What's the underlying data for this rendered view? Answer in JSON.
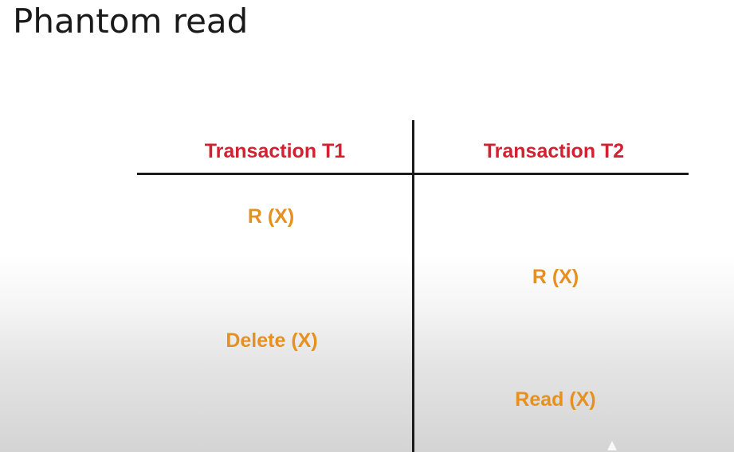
{
  "title": "Phantom read",
  "table": {
    "headers": [
      "Transaction T1",
      "Transaction T2"
    ],
    "rows": [
      {
        "t1": "R (X)",
        "t2": ""
      },
      {
        "t1": "",
        "t2": "R (X)"
      },
      {
        "t1": "Delete (X)",
        "t2": ""
      },
      {
        "t1": "",
        "t2": "Read (X)"
      }
    ]
  },
  "colors": {
    "header": "#d42030",
    "operation": "#e6901f",
    "lines": "#1b1b1b",
    "title": "#1a1a1a"
  },
  "icons": {
    "cursor": "mouse-pointer-icon"
  }
}
